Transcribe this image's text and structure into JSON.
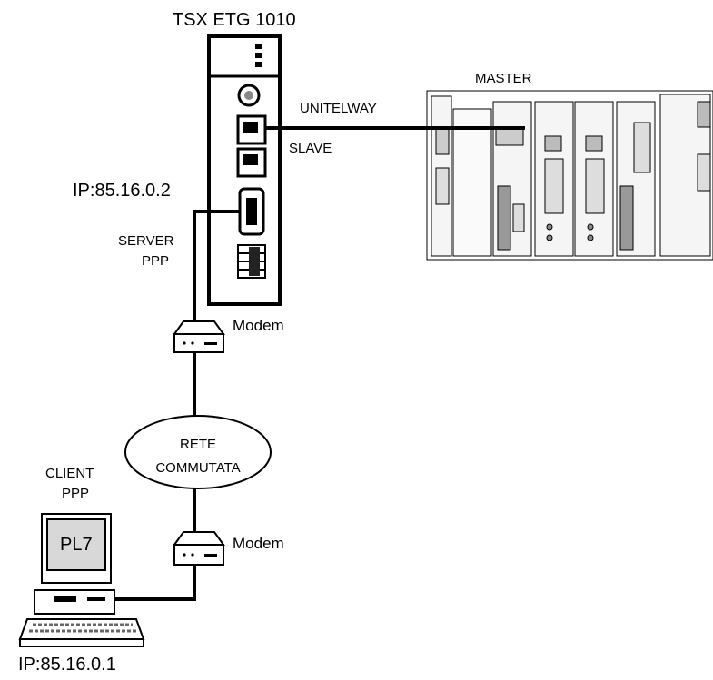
{
  "device": {
    "title": "TSX ETG 1010"
  },
  "master": {
    "label": "MASTER"
  },
  "link": {
    "protocol": "UNITELWAY",
    "role": "SLAVE"
  },
  "server": {
    "ip": "IP:85.16.0.2",
    "role_line1": "SERVER",
    "role_line2": "PPP"
  },
  "modem_top": {
    "label": "Modem"
  },
  "network": {
    "line1": "RETE",
    "line2": "COMMUTATA"
  },
  "modem_bottom": {
    "label": "Modem"
  },
  "client": {
    "role_line1": "CLIENT",
    "role_line2": "PPP",
    "screen_text": "PL7",
    "ip": "IP:85.16.0.1"
  }
}
